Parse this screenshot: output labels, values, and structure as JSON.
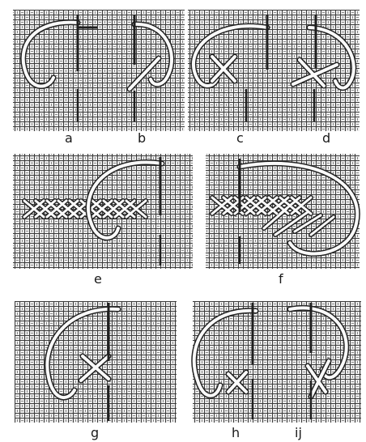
{
  "figure": {
    "labels": {
      "a": "a",
      "b": "b",
      "c": "c",
      "d": "d",
      "e": "e",
      "f": "f",
      "g": "g",
      "h": "h",
      "ij": "ij"
    },
    "colors": {
      "background": "#ffffff",
      "canvas_line": "#3c3c3c",
      "canvas_fill": "#efefef",
      "thread_outline": "#222222",
      "thread_fill": "#fafafa",
      "needle": "#1f1f1f"
    }
  }
}
